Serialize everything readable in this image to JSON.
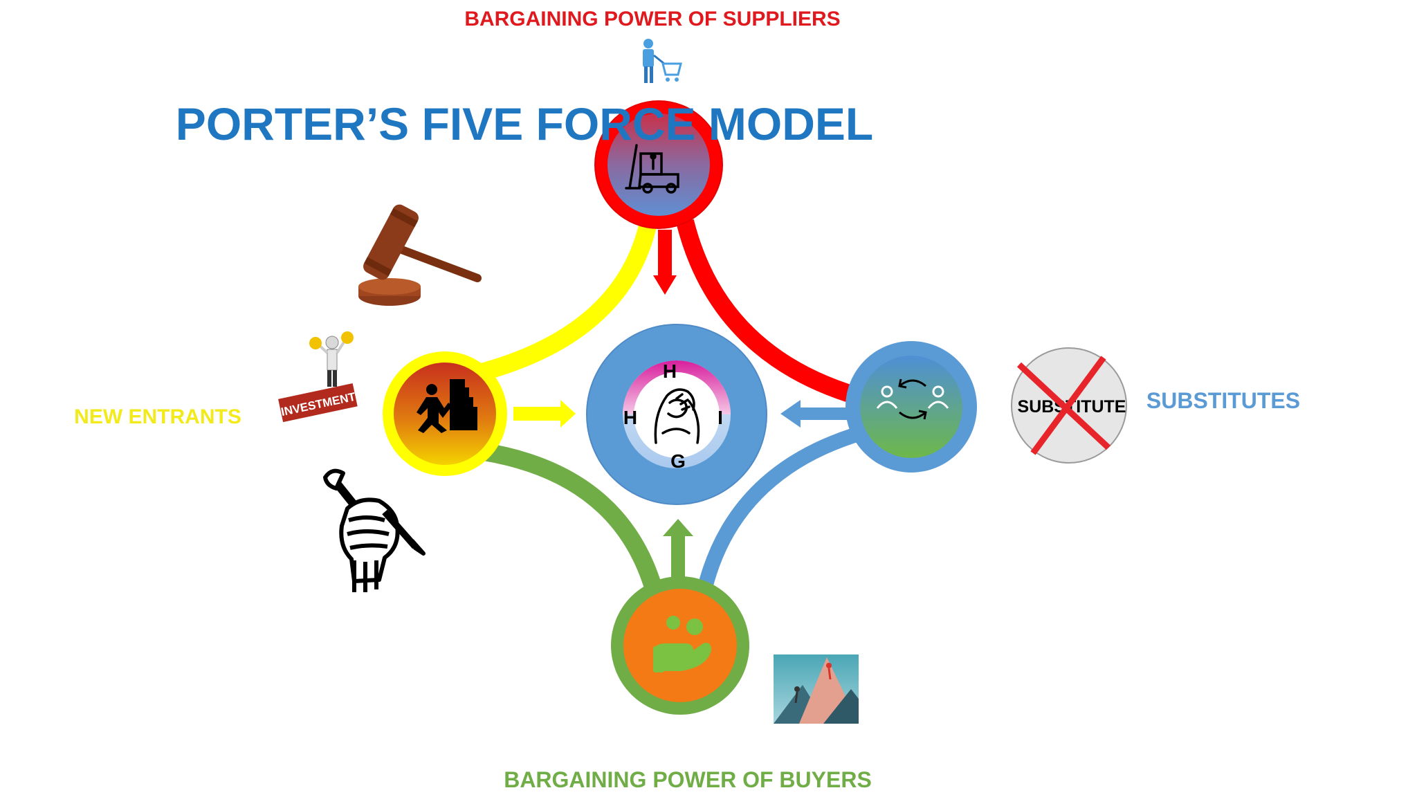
{
  "title": "PORTER’S FIVE FORCE MODEL",
  "forces": {
    "suppliers": {
      "label": "BARGAINING POWER OF SUPPLIERS",
      "color": "#ff0000"
    },
    "new_entrants": {
      "label": "NEW ENTRANTS",
      "color": "#ffff00"
    },
    "substitutes": {
      "label": "SUBSTITUTES",
      "color": "#5b9bd5"
    },
    "buyers": {
      "label": "BARGAINING POWER OF BUYERS",
      "color": "#70ad47"
    }
  },
  "center": {
    "letters": {
      "top": "H",
      "left": "H",
      "right": "I",
      "bottom": "G"
    },
    "color": "#5b9bd5"
  },
  "substitute_sign": {
    "text": "SUBSTITUTE"
  },
  "investment_sign": {
    "text": "INVESTMENT"
  },
  "colors": {
    "title": "#1f77c2",
    "suppliers_label": "#e0191e",
    "new_entrants_label": "#f2ea1a",
    "substitutes_label": "#5b9bd5",
    "buyers_label": "#70ad47"
  },
  "icons": [
    "shopper-with-cart-icon",
    "forklift-icon",
    "climber-icon",
    "people-exchange-icon",
    "hand-giving-icon",
    "arm-wrestling-icon",
    "gavel-icon",
    "investment-businessman-icon",
    "fist-wrench-pencil-icon",
    "mountain-climbers-icon",
    "no-substitute-icon"
  ]
}
